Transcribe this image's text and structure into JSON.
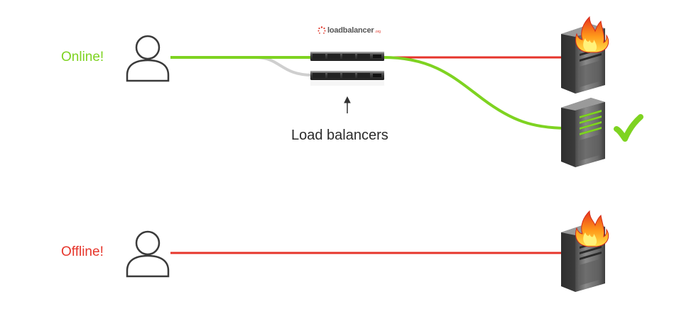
{
  "statuses": {
    "online": {
      "text": "Online!",
      "color": "#7ed321"
    },
    "offline": {
      "text": "Offline!",
      "color": "#e6352b"
    }
  },
  "load_balancers": {
    "caption": "Load balancers",
    "brand": {
      "name": "loadbalancer",
      "tld": ".org"
    }
  },
  "colors": {
    "active_link": "#7ed321",
    "failed_link": "#e6352b",
    "standby_link": "#cfcfcf",
    "healthy_check": "#7ed321"
  },
  "icons": {
    "user": "user-outline-icon",
    "fire": "fire-icon",
    "check": "check-icon",
    "server": "server-tower-icon",
    "rack": "rack-server-icon"
  }
}
